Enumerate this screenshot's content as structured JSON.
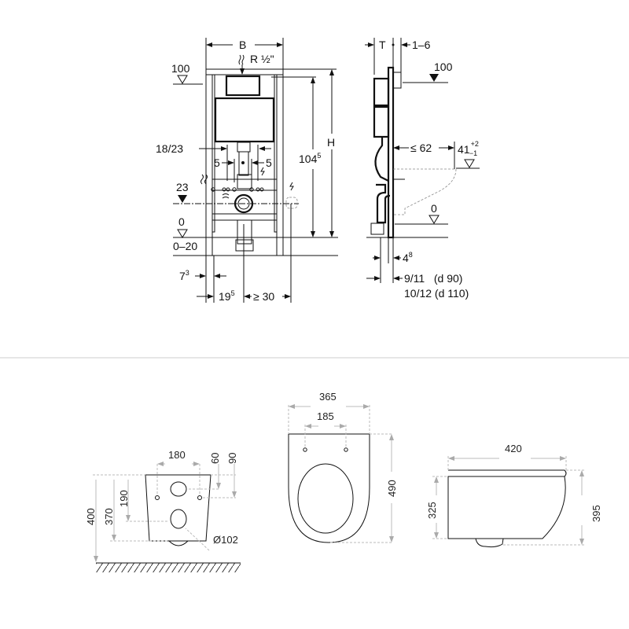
{
  "installation_frame": {
    "front": {
      "width": "B",
      "thread": "R ½\"",
      "level_100": "100",
      "level_23": "23",
      "level_0": "0",
      "floor_range": "0–20",
      "pipe_offset": "18/23",
      "left_5": "5",
      "right_5": "5",
      "height_main": "104",
      "height_main_sup": "5",
      "height": "H",
      "leg_offset": "7",
      "leg_offset_sup": "3",
      "drain_offset": "19",
      "drain_offset_sup": "5",
      "min_distance": "≥ 30"
    },
    "side": {
      "depth": "T",
      "wall_gap": "1–6",
      "level_100": "100",
      "max_projection": "≤ 62",
      "seat_height": "41",
      "seat_tol_plus": "+2",
      "seat_tol_minus": "−1",
      "level_0": "0",
      "offset_48": "4",
      "offset_48_sup": "8",
      "offset_d90": "9/11   (d 90)",
      "offset_d110": "10/12 (d 110)"
    }
  },
  "toilet_bowl": {
    "rear_view": {
      "hole_spacing": "180",
      "dim_60": "60",
      "dim_90": "90",
      "dim_190": "190",
      "dim_370": "370",
      "dim_400": "400",
      "outlet_diameter": "Ø102"
    },
    "top_view": {
      "width": "365",
      "hinge_spacing": "185",
      "length": "490"
    },
    "side_view": {
      "length": "420",
      "height_body": "325",
      "height_total": "395"
    }
  }
}
